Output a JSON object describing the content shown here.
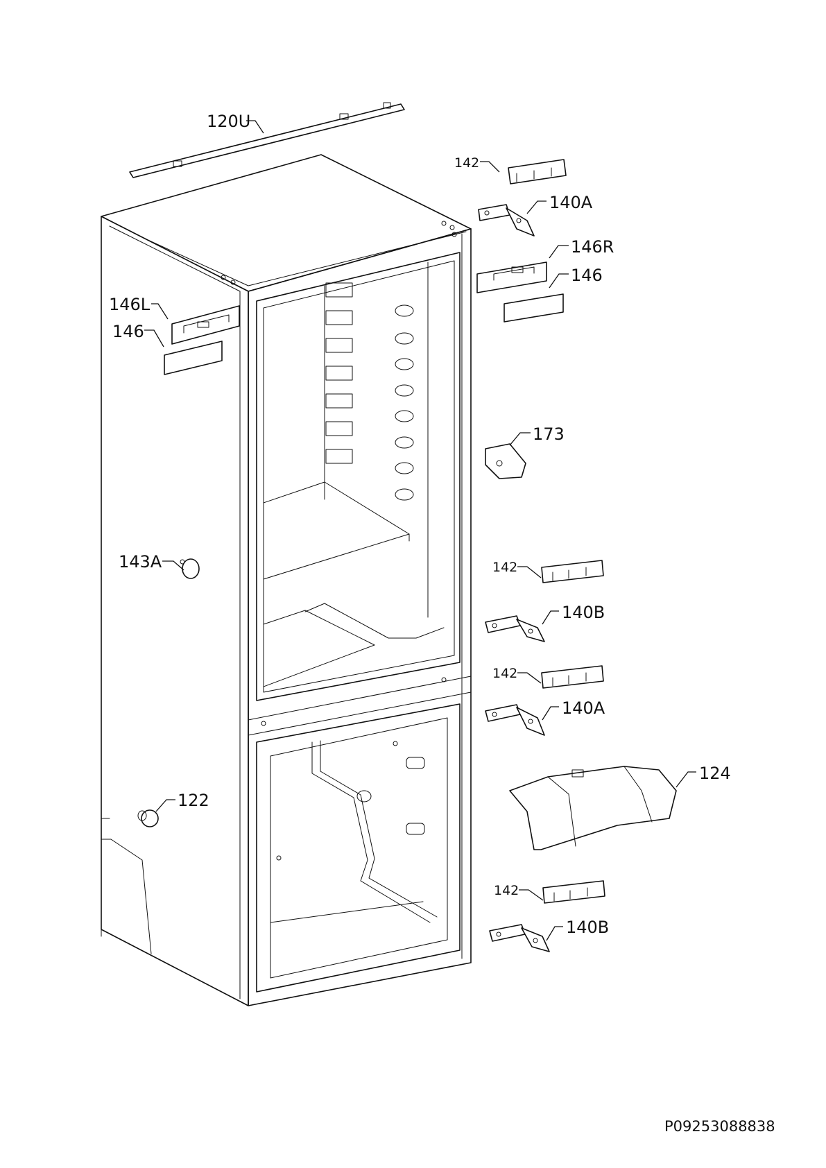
{
  "labels": {
    "top_bar": "120U",
    "shim_top": "142",
    "hinge_top": "140A",
    "cover_right": "146R",
    "plate_right": "146",
    "cover_left": "146L",
    "plate_left": "146",
    "handle": "173",
    "cap": "143A",
    "shim_mid1": "142",
    "hinge_mid_b": "140B",
    "shim_mid2": "142",
    "hinge_mid_a": "140A",
    "foot": "122",
    "cover_124": "124",
    "shim_bottom": "142",
    "hinge_bottom": "140B"
  },
  "drawing_code": "P09253088838"
}
